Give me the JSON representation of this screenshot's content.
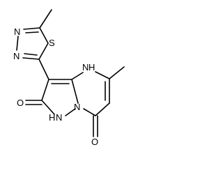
{
  "atoms": {
    "S1": "S",
    "N3": "N",
    "N4": "N",
    "N_pyrimidine": "N",
    "H_pyrimidine": "H",
    "N_bridge": "N",
    "N_pyrazole": "N",
    "H_pyrazole": "H",
    "O_left": "O",
    "O_bottom": "O"
  }
}
